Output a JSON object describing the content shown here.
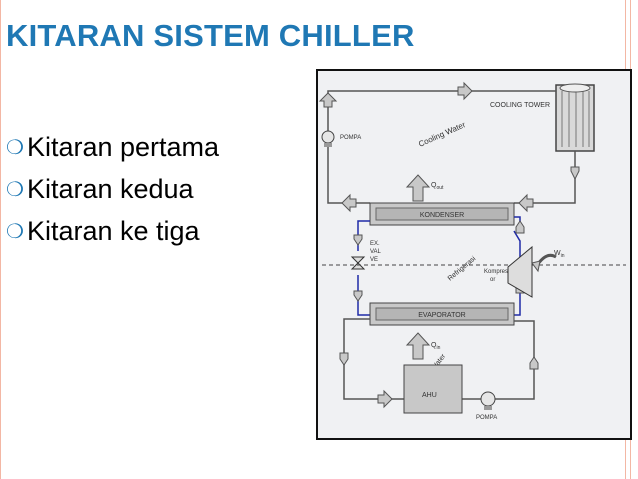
{
  "slide": {
    "title": "KITARAN SISTEM CHILLER",
    "bullet_glyph": "❍",
    "bullets": [
      "Kitaran pertama",
      "Kitaran kedua",
      "Kitaran ke tiga"
    ]
  },
  "diagram": {
    "labels": {
      "cooling_tower": "COOLING TOWER",
      "pompa_top": "POMPA",
      "cooling_water": "Cooling Water",
      "q_out_base": "Q",
      "q_out_sub": "out",
      "kondenser": "KONDENSER",
      "ex_valve_1": "EX.",
      "ex_valve_2": "VAL",
      "ex_valve_3": "VE",
      "refrigerasi": "Refrigerasi",
      "win_base": "W",
      "win_sub": "in",
      "kompresor_1": "Kompres",
      "kompresor_2": "or",
      "evaporator": "EVAPORATOR",
      "q_in_base": "Q",
      "q_in_sub": "in",
      "chilled_water": "Chilled Water",
      "ahu": "AHU",
      "pompa_bottom": "POMPA"
    },
    "colors": {
      "accent": "#1f78b4",
      "pipe": "#555555",
      "refrigerant_pipe": "#1f2aa8",
      "component_fill": "#c8c8c8",
      "component_label": "#444444"
    }
  }
}
